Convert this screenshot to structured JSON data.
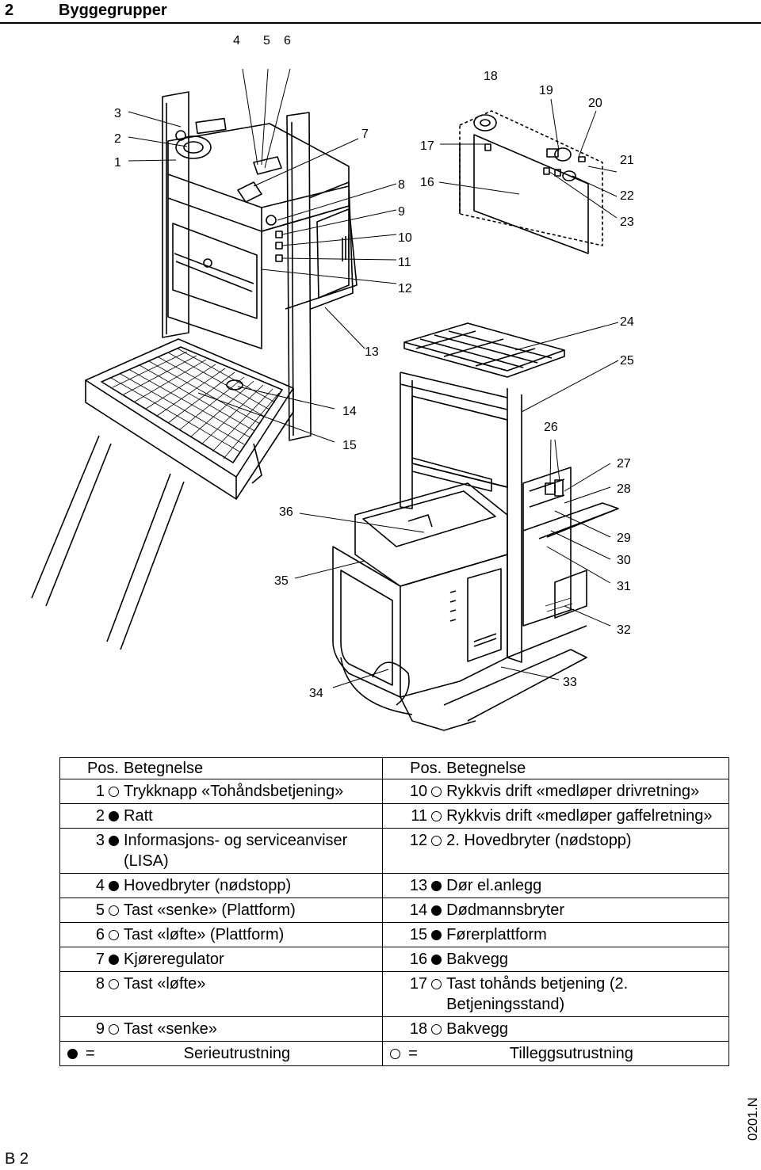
{
  "header": {
    "section_number": "2",
    "section_title": "Byggegrupper"
  },
  "figure": {
    "callouts": [
      "1",
      "2",
      "3",
      "4",
      "5",
      "6",
      "7",
      "8",
      "9",
      "10",
      "11",
      "12",
      "13",
      "14",
      "15",
      "16",
      "17",
      "18",
      "19",
      "20",
      "21",
      "22",
      "23",
      "24",
      "25",
      "26",
      "27",
      "28",
      "29",
      "30",
      "31",
      "32",
      "33",
      "34",
      "35",
      "36"
    ]
  },
  "legend": {
    "headers": [
      "Pos.",
      "Betegnelse",
      "Pos.",
      "Betegnelse"
    ],
    "rows": [
      {
        "left": {
          "pos": "1",
          "std": false,
          "text": "Trykknapp «Tohåndsbetjening»"
        },
        "right": {
          "pos": "10",
          "std": false,
          "text": "Rykkvis drift «medløper drivretning»"
        }
      },
      {
        "left": {
          "pos": "2",
          "std": true,
          "text": "Ratt"
        },
        "right": {
          "pos": "11",
          "std": false,
          "text": "Rykkvis drift «medløper gaffelretning»"
        }
      },
      {
        "left": {
          "pos": "3",
          "std": true,
          "text": "Informasjons- og serviceanviser (LISA)"
        },
        "right": {
          "pos": "12",
          "std": false,
          "text": "2. Hovedbryter (nødstopp)"
        }
      },
      {
        "left": {
          "pos": "4",
          "std": true,
          "text": "Hovedbryter (nødstopp)"
        },
        "right": {
          "pos": "13",
          "std": true,
          "text": "Dør el.anlegg"
        }
      },
      {
        "left": {
          "pos": "5",
          "std": false,
          "text": "Tast «senke» (Plattform)"
        },
        "right": {
          "pos": "14",
          "std": true,
          "text": "Dødmannsbryter"
        }
      },
      {
        "left": {
          "pos": "6",
          "std": false,
          "text": "Tast «løfte» (Plattform)"
        },
        "right": {
          "pos": "15",
          "std": true,
          "text": "Førerplattform"
        }
      },
      {
        "left": {
          "pos": "7",
          "std": true,
          "text": "Kjøreregulator"
        },
        "right": {
          "pos": "16",
          "std": true,
          "text": "Bakvegg"
        }
      },
      {
        "left": {
          "pos": "8",
          "std": false,
          "text": "Tast «løfte»"
        },
        "right": {
          "pos": "17",
          "std": false,
          "text": "Tast tohånds betjening (2. Betjeningsstand)"
        }
      },
      {
        "left": {
          "pos": "9",
          "std": false,
          "text": "Tast «senke»"
        },
        "right": {
          "pos": "18",
          "std": false,
          "text": "Bakvegg"
        }
      }
    ],
    "footer": {
      "standard_eq": "=",
      "standard_label": "Serieutrustning",
      "optional_eq": "=",
      "optional_label": "Tilleggsutrustning"
    }
  },
  "side_code": "0201.N",
  "page_number": "B 2"
}
